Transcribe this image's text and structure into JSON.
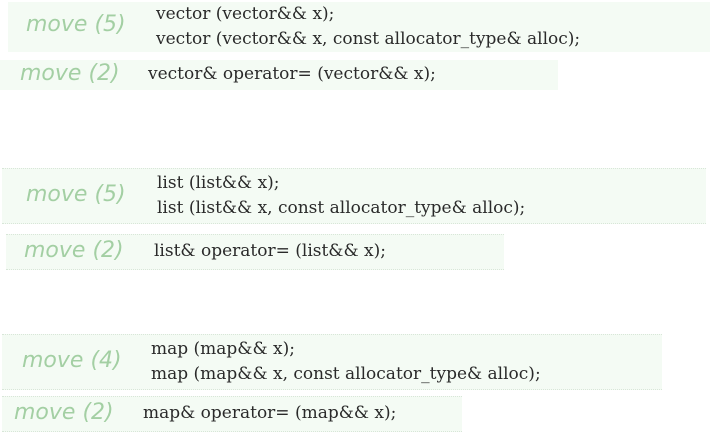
{
  "sections": [
    {
      "name": "vector",
      "ctor": {
        "tag": "move (5)",
        "lines": [
          "vector (vector&& x);",
          "vector (vector&& x, const allocator_type& alloc);"
        ]
      },
      "assign": {
        "tag": "move (2)",
        "line": "vector& operator= (vector&& x);"
      }
    },
    {
      "name": "list",
      "ctor": {
        "tag": "move (5)",
        "lines": [
          "list (list&& x);",
          "list (list&& x, const allocator_type& alloc);"
        ]
      },
      "assign": {
        "tag": "move (2)",
        "line": "list& operator= (list&& x);"
      }
    },
    {
      "name": "map",
      "ctor": {
        "tag": "move (4)",
        "lines": [
          "map (map&& x);",
          "map (map&& x, const allocator_type& alloc);"
        ]
      },
      "assign": {
        "tag": "move (2)",
        "line": "map& operator= (map&& x);"
      }
    }
  ]
}
